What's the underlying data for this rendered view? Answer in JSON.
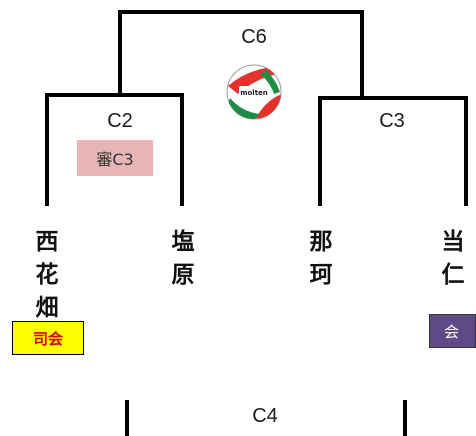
{
  "matches": {
    "final": "C6",
    "left_semi": "C2",
    "right_semi": "C3",
    "bottom": "C4"
  },
  "teams": {
    "team1": [
      "西",
      "花",
      "畑"
    ],
    "team2": [
      "塩",
      "原"
    ],
    "team3": [
      "那",
      "珂"
    ],
    "team4": [
      "当",
      "仁"
    ]
  },
  "badges": {
    "referee": "審C3",
    "mc": "司会",
    "association": "会"
  },
  "colors": {
    "referee_bg": "#e7b5b6",
    "mc_bg": "#ffff00",
    "mc_text": "#d40000",
    "association_bg": "#5e4a86"
  },
  "icons": {
    "ball": "volleyball-icon",
    "ball_brand": "molten"
  }
}
